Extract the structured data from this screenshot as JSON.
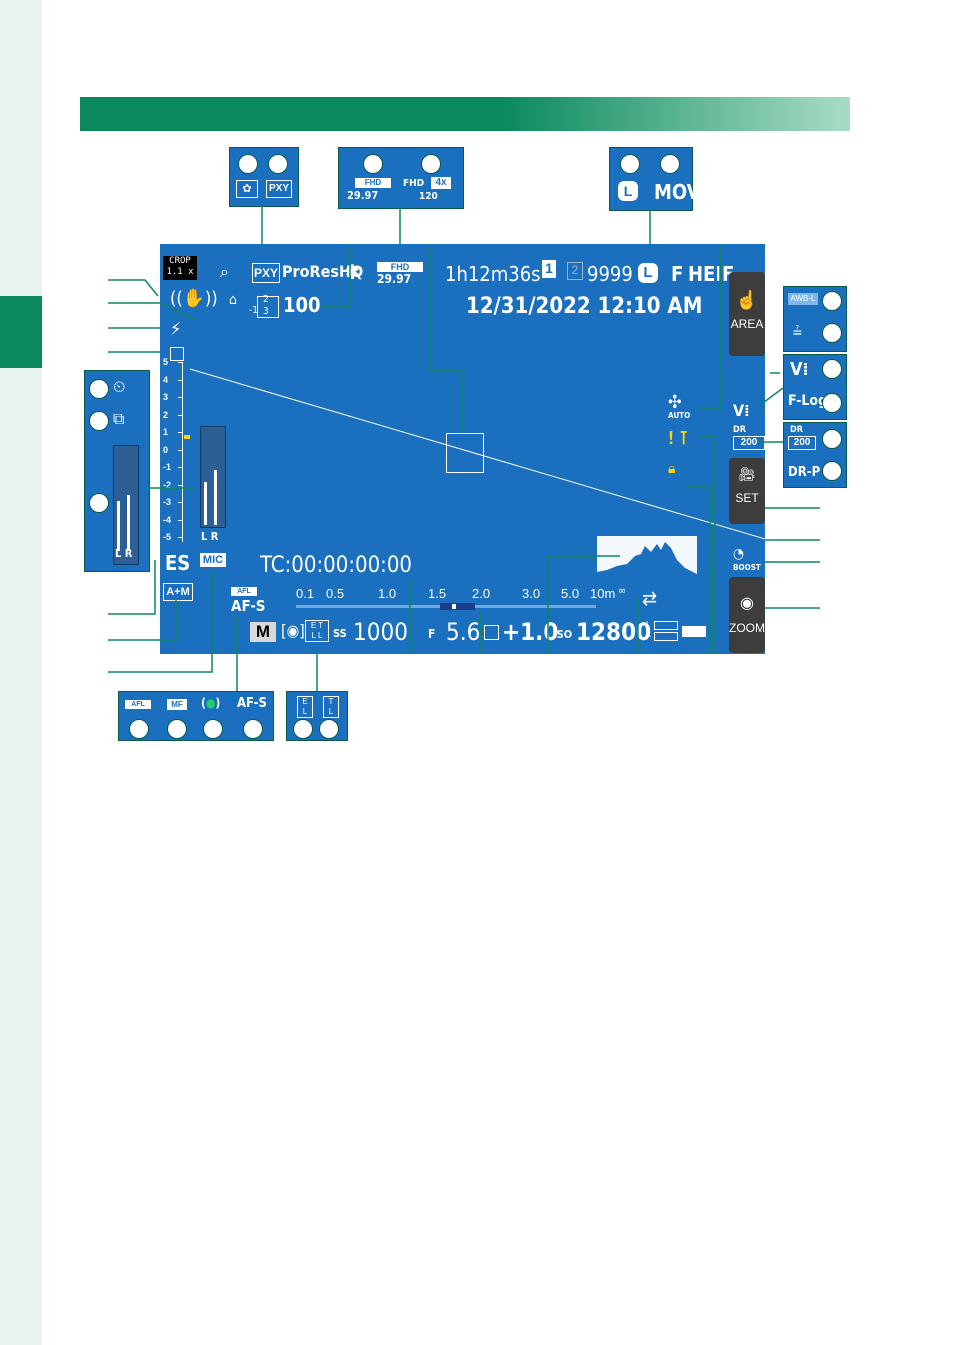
{
  "crop": {
    "label": "CROP",
    "value": "1.1 x"
  },
  "top_row": {
    "pxy": "PXY",
    "prores": "ProResHQ",
    "movie_fhd": "FHD",
    "movie_fps": "29.97",
    "rec_time": "1h12m36s",
    "card1": "1",
    "card2": "2",
    "frames": "9999",
    "size": "L",
    "quality": "F",
    "format": "HEIF"
  },
  "iso_box": {
    "value": "100"
  },
  "exposure_comp_fraction": {
    "sign": "-1",
    "num": "2",
    "den": "3"
  },
  "date_time": "12/31/2022 12:10  AM",
  "exposure_scale": [
    "5",
    "4",
    "3",
    "2",
    "1",
    "0",
    "-1",
    "-2",
    "-3",
    "-4",
    "-5"
  ],
  "meter_lr": "L R",
  "es": "ES",
  "am": "A+M",
  "mic": "MIC",
  "timecode": "TC:00:00:00:00",
  "afl": "AFL",
  "af_mode": "AF-S",
  "distance_scale": [
    "0.1",
    "0.5",
    "1.0",
    "1.5",
    "2.0",
    "3.0",
    "5.0",
    "10m"
  ],
  "distance_infinity": "∞",
  "bottom": {
    "mode": "M",
    "ss_label": "SS",
    "shutter": "1000",
    "f_label": "F",
    "aperture": "5.6",
    "comp": "+1.0",
    "iso_label": "ISO",
    "iso": "12800"
  },
  "battery_lr": {
    "l": "L",
    "r": "R"
  },
  "fan": "AUTO",
  "side_buttons": {
    "area": "AREA",
    "set": "SET",
    "boost": "BOOST",
    "zoom": "ZOOM"
  },
  "side_dr": {
    "label": "DR",
    "value": "200"
  },
  "callouts": {
    "box1": {
      "icon_b": "PXY"
    },
    "box2": {
      "fhd": "FHD",
      "fps": "29.97",
      "fhd2": "FHD",
      "x4": "4x",
      "fps2": "120"
    },
    "box3": {
      "size": "L",
      "mov": "MOV"
    },
    "box_right1": {
      "awb": "AWB-L"
    },
    "box_right2": {
      "flog": "F-Log"
    },
    "box_right3": {
      "dr": "DR",
      "dr_val": "200",
      "drp": "DR-P"
    },
    "box_left": {
      "lr": "L R"
    },
    "box_bottom1": {
      "afl": "AFL",
      "mf": "MF",
      "afs": "AF-S"
    },
    "box_bottom2": {
      "e": "E",
      "l": "L",
      "t": "T",
      "l2": "L"
    }
  },
  "colors": {
    "screen": "#1a6fbe",
    "green": "#0a8a5c",
    "text": "#ffffff",
    "button": "#3d3d3d"
  }
}
